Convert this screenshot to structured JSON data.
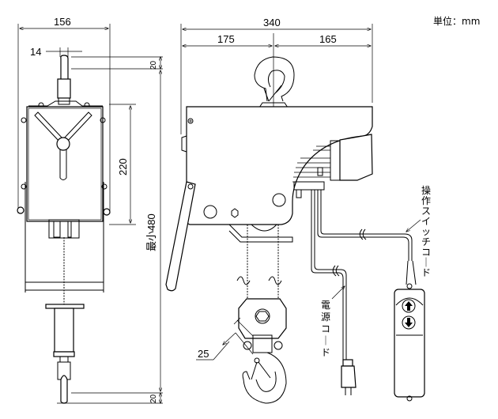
{
  "unit_label": "単位：mm",
  "dimensions": {
    "side_width": "156",
    "hook_width": "14",
    "body_height": "220",
    "total_width": "340",
    "left_part": "175",
    "right_part": "165",
    "top_hook_gap": "20",
    "bottom_hook_gap": "20",
    "min_height": "最小480",
    "hook_opening": "25"
  },
  "labels": {
    "switch_cord": "操作スイッチコード",
    "power_cord": "電源コード"
  },
  "pendant": {
    "up_icon": "arrow-up-icon",
    "down_icon": "arrow-down-icon"
  }
}
